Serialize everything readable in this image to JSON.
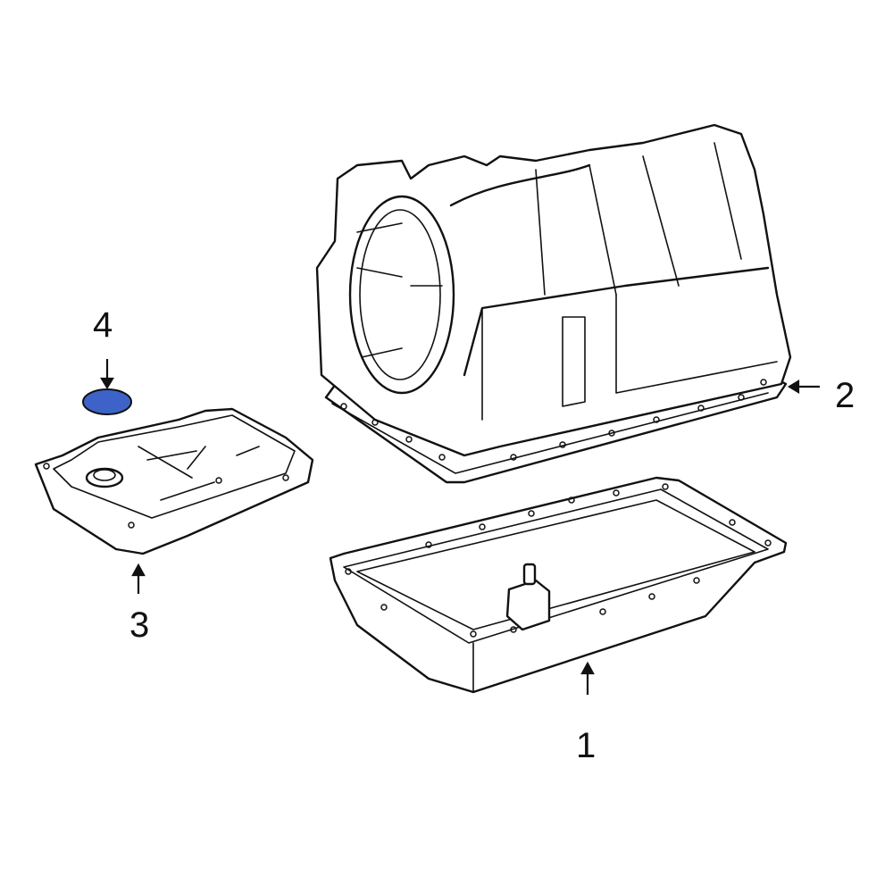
{
  "diagram": {
    "type": "exploded-parts-diagram",
    "subject": "Automatic transmission oil pan assembly",
    "highlight_color": "#3d63c9",
    "callouts": [
      {
        "number": "1",
        "part": "oil-pan",
        "arrow": "up"
      },
      {
        "number": "2",
        "part": "oil-pan-gasket",
        "arrow": "left"
      },
      {
        "number": "3",
        "part": "oil-strainer",
        "arrow": "up"
      },
      {
        "number": "4",
        "part": "o-ring",
        "arrow": "down",
        "highlighted": true
      }
    ]
  }
}
